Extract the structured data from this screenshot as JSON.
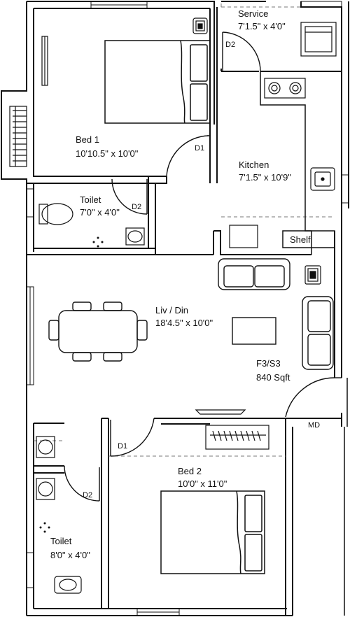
{
  "rooms": {
    "service": {
      "name": "Service",
      "dims": "7'1.5\" x 4'0\""
    },
    "bed1": {
      "name": "Bed 1",
      "dims": "10'10.5\" x 10'0\""
    },
    "kitchen": {
      "name": "Kitchen",
      "dims": "7'1.5\" x 10'9\""
    },
    "toilet1": {
      "name": "Toilet",
      "dims": "7'0\" x 4'0\""
    },
    "livdin": {
      "name": "Liv / Din",
      "dims": "18'4.5\" x 10'0\""
    },
    "bed2": {
      "name": "Bed 2",
      "dims": "10'0\" x 11'0\""
    },
    "toilet2": {
      "name": "Toilet",
      "dims": "8'0\" x 4'0\""
    }
  },
  "unit": {
    "code": "F3/S3",
    "area": "840 Sqft"
  },
  "doors": {
    "service_door": "D2",
    "bed1_door": "D1",
    "toilet1_door": "D2",
    "bed2_door": "D1",
    "toilet2_door": "D2",
    "main_door": "MD"
  },
  "fixtures": {
    "shelf": "Shelf"
  },
  "icons": [
    "ac-unit-icon",
    "double-bed-icon",
    "wardrobe-icon",
    "stove-icon",
    "sink-icon",
    "washing-machine-icon",
    "refrigerator-icon",
    "sofa-icon",
    "dining-table-icon",
    "coffee-table-icon",
    "wc-icon",
    "washbasin-icon",
    "shower-icon",
    "window-icon"
  ]
}
